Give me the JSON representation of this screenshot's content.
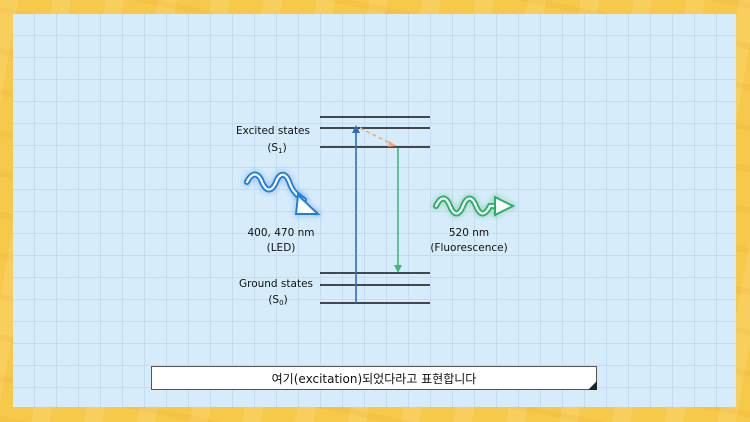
{
  "diagram": {
    "excited_label": "Excited states",
    "excited_sub_base": "(S",
    "excited_sub_index": "1",
    "excited_sub_close": ")",
    "ground_label": "Ground states",
    "ground_sub_base": "(S",
    "ground_sub_index": "0",
    "ground_sub_close": ")",
    "excitation_wavelength": "400, 470 nm",
    "excitation_source": "(LED)",
    "emission_wavelength": "520 nm",
    "emission_type": "(Fluorescence)"
  },
  "caption": {
    "text": "여기(excitation)되었다라고 표현합니다"
  },
  "colors": {
    "board": "#d6ecfb",
    "frame": "#f7c94a",
    "excitation_arrow": "#2f6fb5",
    "emission_arrow": "#3dba7a",
    "relaxation_arrow": "#f0a878",
    "blue_wave": "#1e7ee0",
    "green_wave": "#26b06a"
  },
  "icons": {
    "blue_wave": "wavy-arrow-icon",
    "green_wave": "wavy-arrow-icon"
  }
}
